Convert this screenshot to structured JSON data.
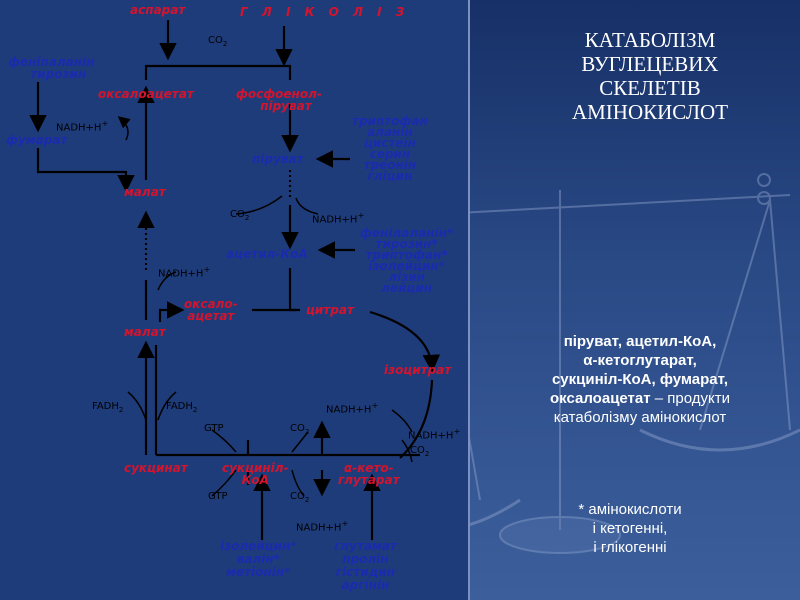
{
  "title_lines": [
    "КАТАБОЛІЗМ",
    "ВУГЛЕЦЕВИХ",
    "СКЕЛЕТІВ",
    "АМІНОКИСЛОТ"
  ],
  "products": {
    "line1": "піруват, ацетил-КоА,",
    "line2": "α-кетоглутарат,",
    "line3": "сукциніл-КоА, фумарат,",
    "line4_bold": "оксалоацетат",
    "line4_rest": " – продукти",
    "line5": "катаболізму амінокислот"
  },
  "note": {
    "line1": "* амінокислоти",
    "line2": "і кетогенні,",
    "line3": "і глікогенні"
  },
  "diagram": {
    "glycolysis": "Г Л І К О Л І З",
    "aspartate": "аспарат",
    "phe_tyr": [
      "феніпаланін",
      "тирозин"
    ],
    "fumarate_left": "фумарат",
    "oxaloacetate_top": "оксалоацетат",
    "pep": [
      "фосфоенол-",
      "піруват"
    ],
    "trp_group": [
      "триптофан",
      "аланін",
      "цистеїн",
      "серин",
      "треонін",
      "гліцин"
    ],
    "pyruvate": "піруват",
    "malate_top": "малат",
    "acetyl_coa": "ацетил-КоА",
    "ketogenic_group": [
      "фенілаланін*",
      "тирозин*",
      "триптофан*",
      "ізолейцин*",
      "лізин",
      "лейцин"
    ],
    "oxaloacetate_mid": [
      "оксало-",
      "ацетат"
    ],
    "citrate": "цитрат",
    "malate_mid": "малат",
    "isocitrate": "ізоцитрат",
    "succinate": "сукцинат",
    "succinyl_coa": [
      "сукциніл-",
      "КоА"
    ],
    "akg": [
      "α-кето-",
      "глутарат"
    ],
    "ile_group": [
      "ізолейцин*",
      "валін*",
      "метіонін*"
    ],
    "glu_group": [
      "глутамат",
      "пролін",
      "гістидин",
      "аргінін"
    ],
    "co2": "CO",
    "sub2": "2",
    "nadh": "NADH+H",
    "plus": "+",
    "fadh": "FADH",
    "gtp": "GTP"
  }
}
